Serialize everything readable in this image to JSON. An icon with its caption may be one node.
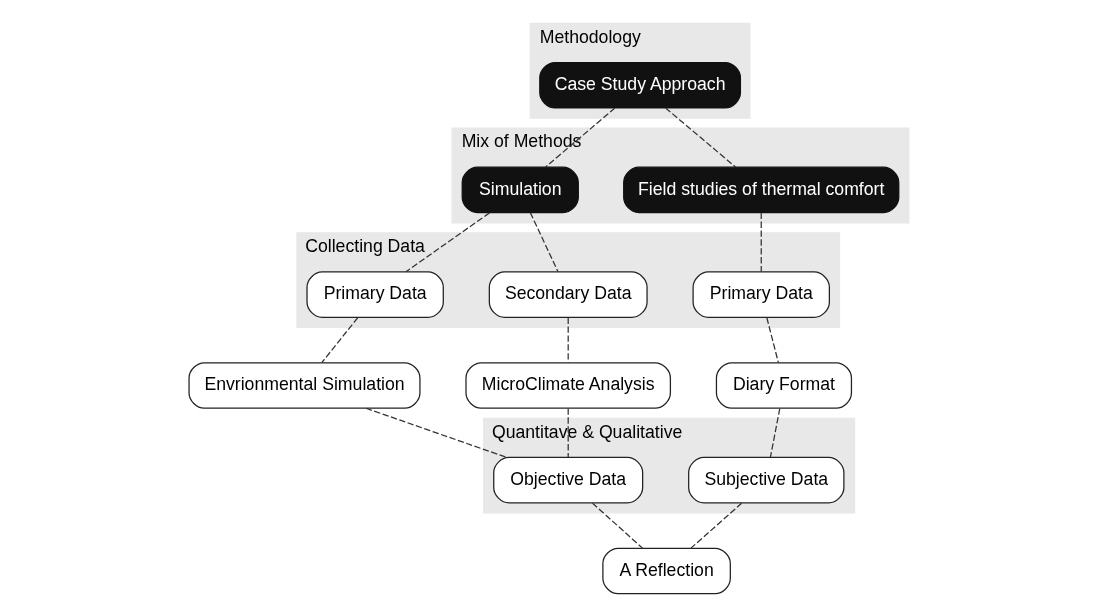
{
  "diagram": {
    "nodes": [
      {
        "text": [
          "Methodology"
        ]
      },
      {
        "text": [
          "Case Study Approach"
        ],
        "in": 0
      },
      {
        "text": [
          "Mix of Methods"
        ]
      },
      {
        "text": [
          "Field studies of thermal comfort"
        ],
        "in": 2
      },
      {
        "text": [
          "Simulation"
        ],
        "in": 2
      },
      {
        "text": [
          "Collecting Data"
        ]
      },
      {
        "text": [
          "Primary Data"
        ],
        "in": 5
      },
      {
        "text": [
          "Secondary Data"
        ],
        "in": 5
      },
      {
        "text": [
          "Primary Data"
        ],
        "in": 5
      },
      {
        "text": [
          "Diary Format"
        ]
      },
      {
        "text": [
          "MicroClimate Analysis"
        ]
      },
      {
        "text": [
          "Envrionmental Simulation"
        ]
      },
      {
        "text": [
          "Quantitave & Qualitative"
        ]
      },
      {
        "text": [
          "Subjective Data"
        ],
        "in": 12
      },
      {
        "text": [
          "Objective Data"
        ],
        "in": 12
      },
      {
        "text": [
          "A Reflection"
        ]
      }
    ],
    "edges": [
      {
        "from": 1,
        "to": 3,
        "arrow": "none",
        "style": "dashed"
      },
      {
        "from": 1,
        "to": 4,
        "arrow": "none",
        "style": "dashed"
      },
      {
        "from": 3,
        "to": 6,
        "arrow": "none",
        "style": "dashed"
      },
      {
        "from": 6,
        "to": 9,
        "arrow": "none",
        "style": "dashed"
      },
      {
        "from": 9,
        "to": 13,
        "arrow": "none",
        "style": "dashed"
      },
      {
        "from": 4,
        "to": 7,
        "arrow": "none",
        "style": "dashed"
      },
      {
        "from": 4,
        "to": 8,
        "arrow": "none",
        "style": "dashed"
      },
      {
        "from": 7,
        "to": 10,
        "arrow": "none",
        "style": "dashed"
      },
      {
        "from": 8,
        "to": 11,
        "arrow": "none",
        "style": "dashed"
      },
      {
        "from": 10,
        "to": 14,
        "arrow": "none",
        "style": "dashed"
      },
      {
        "from": 11,
        "to": 14,
        "arrow": "none",
        "style": "dashed"
      },
      {
        "from": 13,
        "to": 15,
        "arrow": "none",
        "style": "dashed"
      },
      {
        "from": 14,
        "to": 15,
        "arrow": "none",
        "style": "dashed"
      }
    ]
  }
}
